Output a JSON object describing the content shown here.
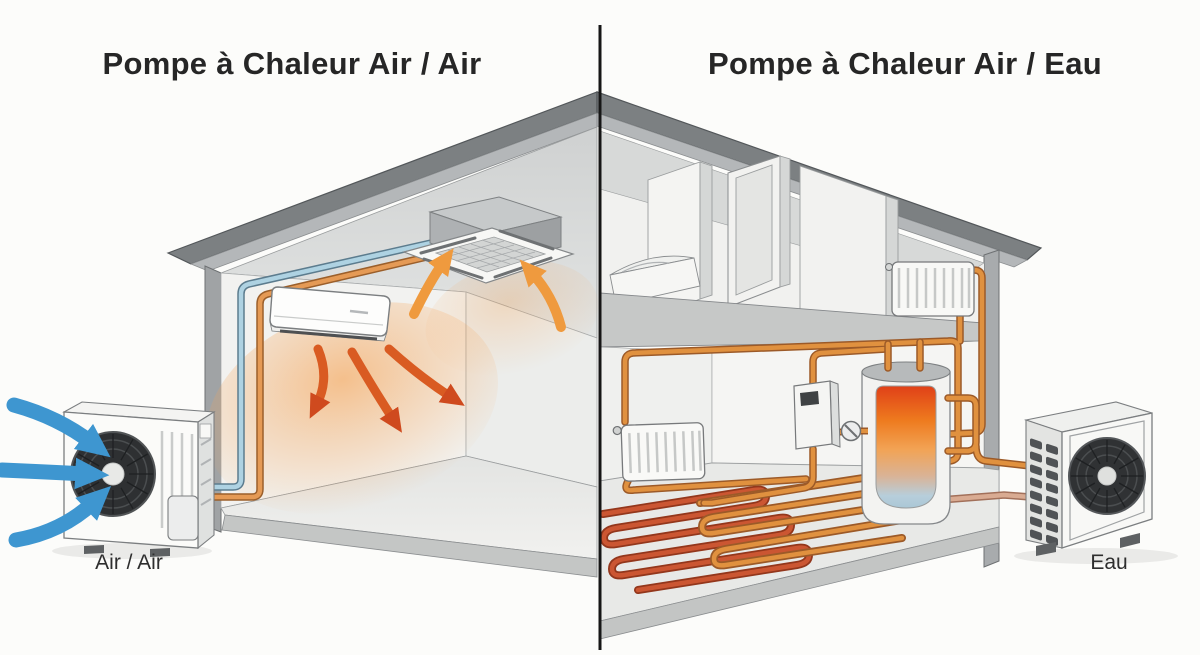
{
  "page": {
    "background": "#fcfcfa",
    "divider_color": "#161616",
    "text_color": "#262626"
  },
  "left_panel": {
    "title": "Pompe à Chaleur Air / Air",
    "outdoor_unit_label": "Air / Air",
    "components": [
      "outdoor-unit",
      "refrigerant-lines",
      "wall-split-indoor-unit",
      "ceiling-cassette-indoor-unit",
      "cold-air-intake-arrows",
      "warm-air-blow-arrows"
    ],
    "colors": {
      "intake_air_arrows": "#3e96d0",
      "warm_air_arrows": "#d95b22",
      "cold_refrigerant_pipe": "#aed2e2",
      "hot_refrigerant_pipe": "#e59a55",
      "warm_air_glow": "#f5963a"
    }
  },
  "right_panel": {
    "title": "Pompe à Chaleur Air / Eau",
    "outdoor_unit_label": "Eau",
    "components": [
      "outdoor-unit",
      "hot-water-tank",
      "control-unit",
      "pump-valve",
      "ground-floor-radiator",
      "upstairs-radiator",
      "underfloor-heating-loops"
    ],
    "colors": {
      "hot_water_pipe": "#e0913f",
      "return_water_pipe": "#d9ab92",
      "underfloor_loop_hot": "#cb5632",
      "underfloor_loop_warm": "#e0913f",
      "tank_gradient_top": "#e04018",
      "tank_gradient_bottom": "#aac7d6"
    }
  }
}
